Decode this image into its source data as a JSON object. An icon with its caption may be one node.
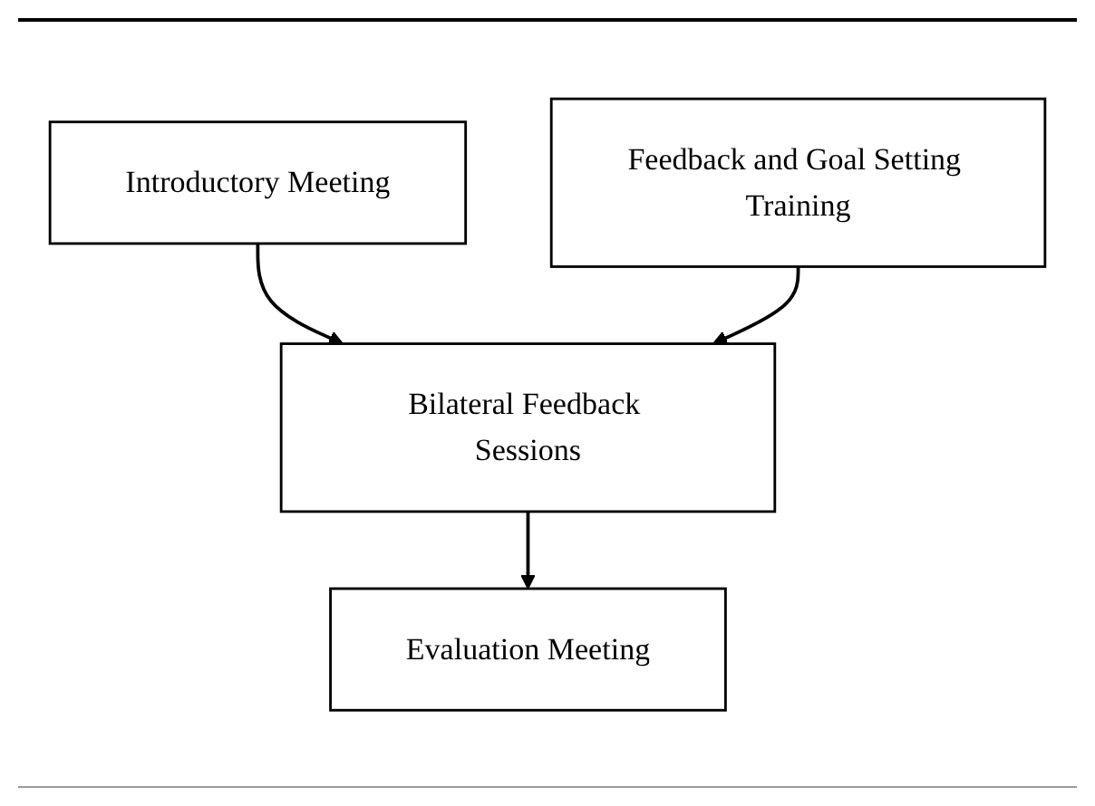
{
  "diagram": {
    "nodes": [
      {
        "text": [
          "Introductory Meeting"
        ]
      },
      {
        "text": [
          "Feedback and Goal Setting Training"
        ]
      },
      {
        "text": [
          "Bilateral Feedback Sessions"
        ]
      },
      {
        "text": [
          "Evaluation Meeting"
        ]
      }
    ],
    "edges": [
      {
        "from": 0,
        "to": 2,
        "arrow": "to"
      },
      {
        "from": 1,
        "to": 2,
        "arrow": "to"
      },
      {
        "from": 2,
        "to": 3,
        "arrow": "to"
      }
    ]
  }
}
